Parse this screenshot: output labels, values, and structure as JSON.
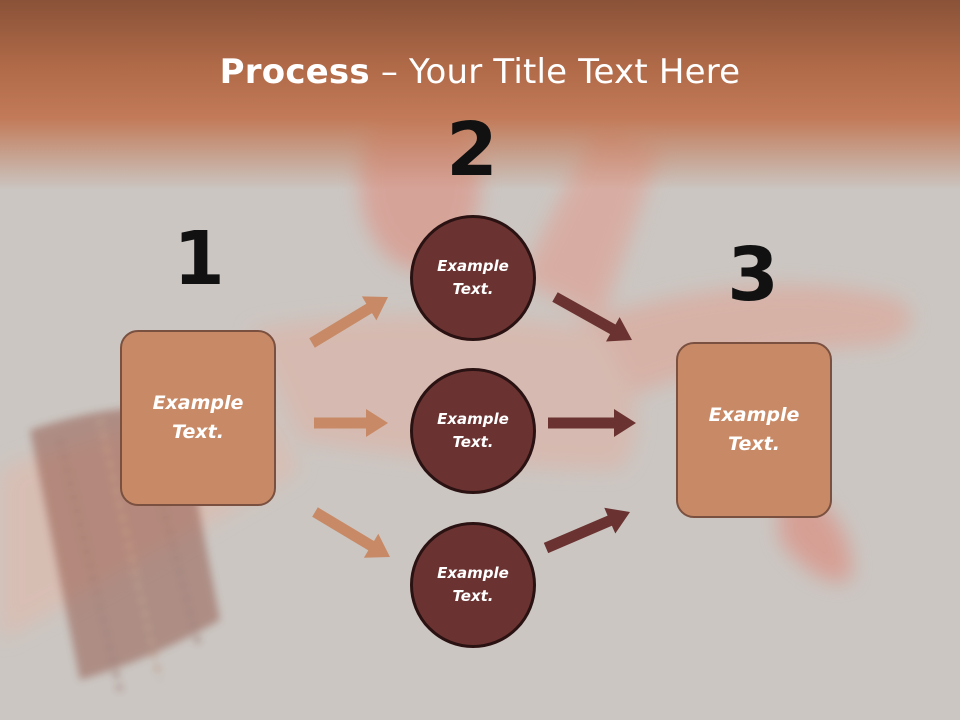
{
  "title": {
    "bold": "Process",
    "separator": " – ",
    "rest": "Your Title Text Here"
  },
  "steps": [
    {
      "number": "1",
      "box_label": "Example\nText."
    },
    {
      "number": "2",
      "circles": [
        "Example\nText.",
        "Example\nText.",
        "Example\nText."
      ]
    },
    {
      "number": "3",
      "box_label": "Example\nText."
    }
  ],
  "colors": {
    "header": "#b06a48",
    "box_fill": "#c88a66",
    "circle_fill": "#6a3331",
    "arrow_light": "#c88a66",
    "arrow_dark": "#6a3331"
  }
}
